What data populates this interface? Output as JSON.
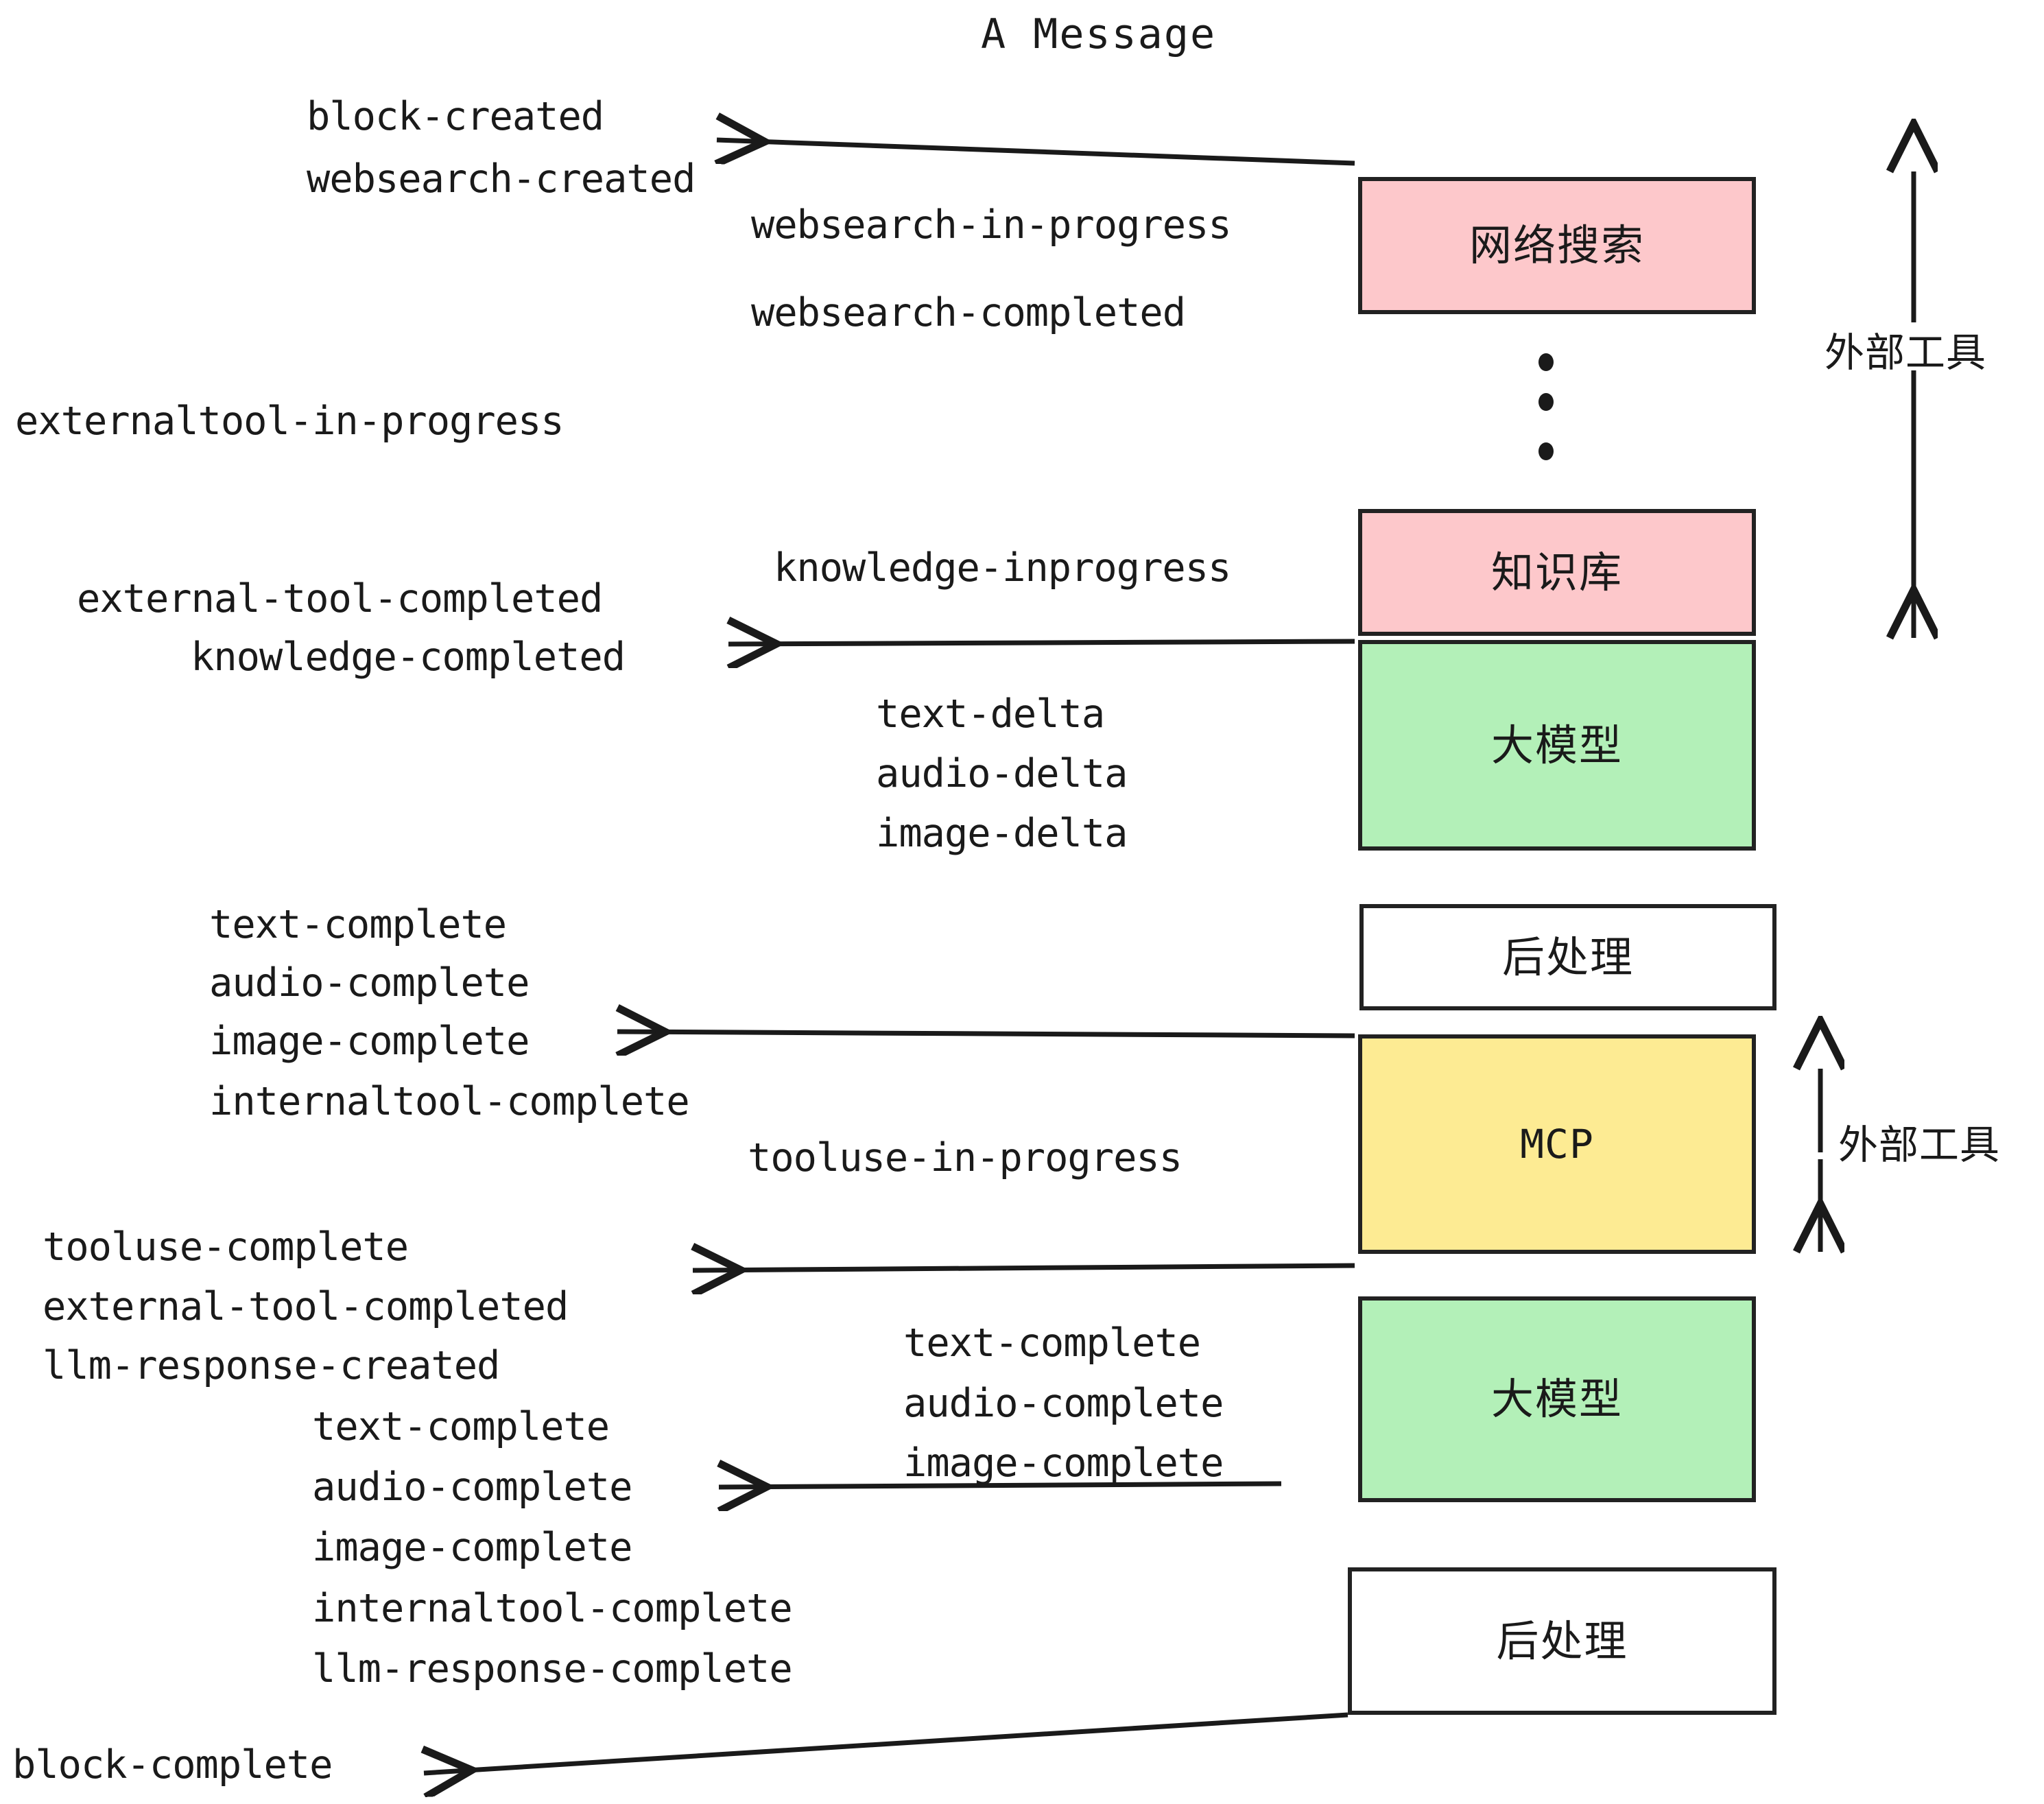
{
  "title": "A Message",
  "boxes": [
    {
      "id": "websearch",
      "label": "网络搜索",
      "color": "#FDC8CB"
    },
    {
      "id": "knowledge",
      "label": "知识库",
      "color": "#FDC8CB"
    },
    {
      "id": "llm-top",
      "label": "大模型",
      "color": "#B3F0B8"
    },
    {
      "id": "postprocess-top",
      "label": "后处理",
      "color": "#FFFFFF"
    },
    {
      "id": "mcp",
      "label": "MCP",
      "color": "#FDEB93"
    },
    {
      "id": "llm-bottom",
      "label": "大模型",
      "color": "#B3F0B8"
    },
    {
      "id": "postprocess-bottom",
      "label": "后处理",
      "color": "#FFFFFF"
    }
  ],
  "group_labels": [
    {
      "id": "external-tools-top",
      "label": "外部工具"
    },
    {
      "id": "external-tools-bottom",
      "label": "外部工具"
    }
  ],
  "events": [
    {
      "id": "e01",
      "text": "block-created"
    },
    {
      "id": "e02",
      "text": "websearch-created"
    },
    {
      "id": "e03",
      "text": "websearch-in-progress"
    },
    {
      "id": "e04",
      "text": "websearch-completed"
    },
    {
      "id": "e05",
      "text": "externaltool-in-progress"
    },
    {
      "id": "e06",
      "text": "knowledge-inprogress"
    },
    {
      "id": "e07",
      "text": "external-tool-completed"
    },
    {
      "id": "e08",
      "text": "knowledge-completed"
    },
    {
      "id": "e09",
      "text": "text-delta"
    },
    {
      "id": "e10",
      "text": "audio-delta"
    },
    {
      "id": "e11",
      "text": "image-delta"
    },
    {
      "id": "e12",
      "text": "text-complete"
    },
    {
      "id": "e13",
      "text": "audio-complete"
    },
    {
      "id": "e14",
      "text": "image-complete"
    },
    {
      "id": "e15",
      "text": "internaltool-complete"
    },
    {
      "id": "e16",
      "text": "tooluse-in-progress"
    },
    {
      "id": "e17",
      "text": "tooluse-complete"
    },
    {
      "id": "e18",
      "text": "external-tool-completed"
    },
    {
      "id": "e19",
      "text": "llm-response-created"
    },
    {
      "id": "e20",
      "text": "text-complete"
    },
    {
      "id": "e21",
      "text": "audio-complete"
    },
    {
      "id": "e22",
      "text": "image-complete"
    },
    {
      "id": "e23",
      "text": "internaltool-complete"
    },
    {
      "id": "e24",
      "text": "llm-response-complete"
    },
    {
      "id": "e25",
      "text": "block-complete"
    }
  ],
  "colors": {
    "pink": "#FDC8CB",
    "green": "#B3F0B8",
    "yellow": "#FDEB93",
    "white": "#FFFFFF",
    "stroke": "#222222",
    "text": "#1A1A1A"
  }
}
